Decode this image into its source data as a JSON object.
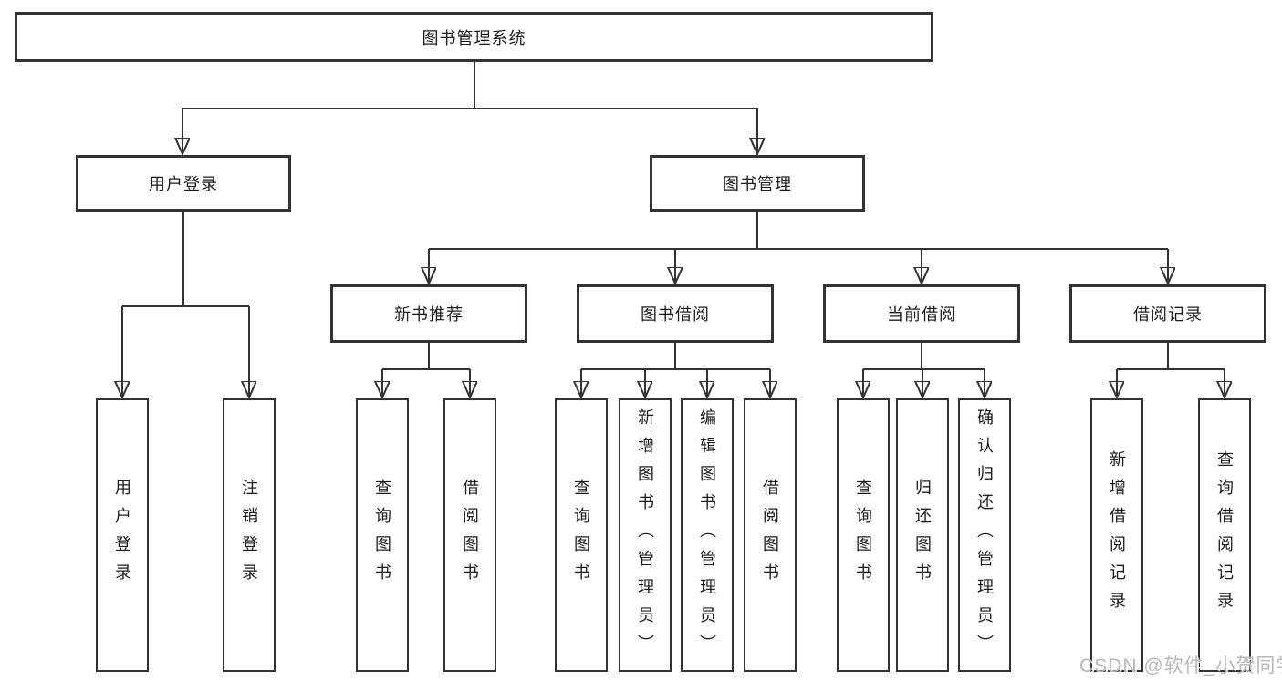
{
  "diagram_title": "图书管理系统",
  "colors": {
    "line": "#333333",
    "text": "#1c1c1c",
    "background": "#ffffff",
    "watermark": "#b9b9b9"
  },
  "nodes": {
    "root": "图书管理系统",
    "user_login": "用户登录",
    "book_mgmt": "图书管理",
    "new_books": "新书推荐",
    "book_borrow": "图书借阅",
    "current_borrow": "当前借阅",
    "borrow_records": "借阅记录",
    "leaves": {
      "login": [
        "用户登录",
        "注销登录"
      ],
      "new_books": [
        "查询图书",
        "借阅图书"
      ],
      "book_borrow": [
        "查询图书",
        "新增图书（管理员）",
        "编辑图书（管理员）",
        "借阅图书"
      ],
      "current_borrow": [
        "查询图书",
        "归还图书",
        "确认归还（管理员）"
      ],
      "borrow_records": [
        "新增借阅记录",
        "查询借阅记录"
      ]
    }
  },
  "watermark": "CSDN @软件_小贺同学"
}
